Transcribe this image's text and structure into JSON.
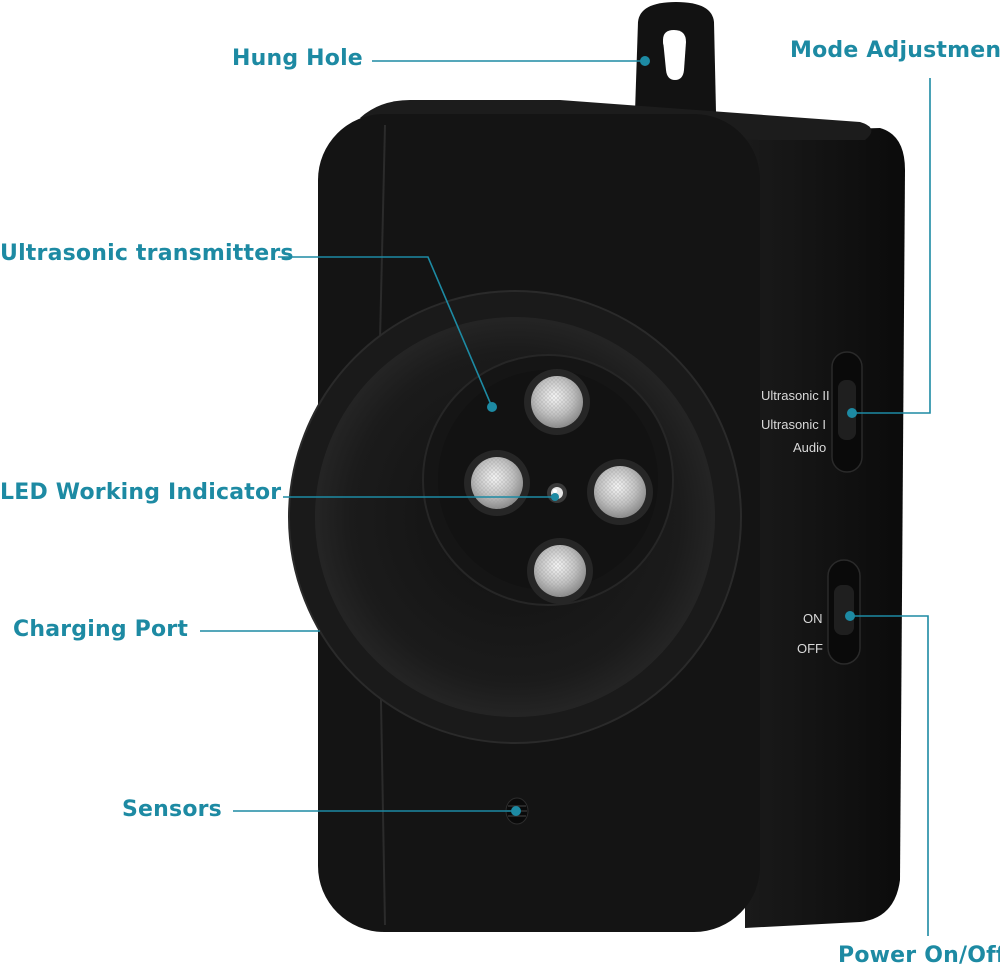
{
  "callouts": {
    "hung_hole": "Hung Hole",
    "mode_adjustment": "Mode Adjustment",
    "ultrasonic_transmitters": "Ultrasonic transmitters",
    "led_working_indicator": "LED Working Indicator",
    "charging_port": "Charging Port",
    "sensors": "Sensors",
    "power_on_off": "Power On/Off"
  },
  "mode_switch": {
    "options": [
      "Ultrasonic II",
      "Ultrasonic I",
      "Audio"
    ]
  },
  "power_switch": {
    "options": [
      "ON",
      "OFF"
    ]
  },
  "colors": {
    "callout": "#1d8aa3",
    "device_body": "#141414",
    "switch_text": "#d9d9d9"
  }
}
